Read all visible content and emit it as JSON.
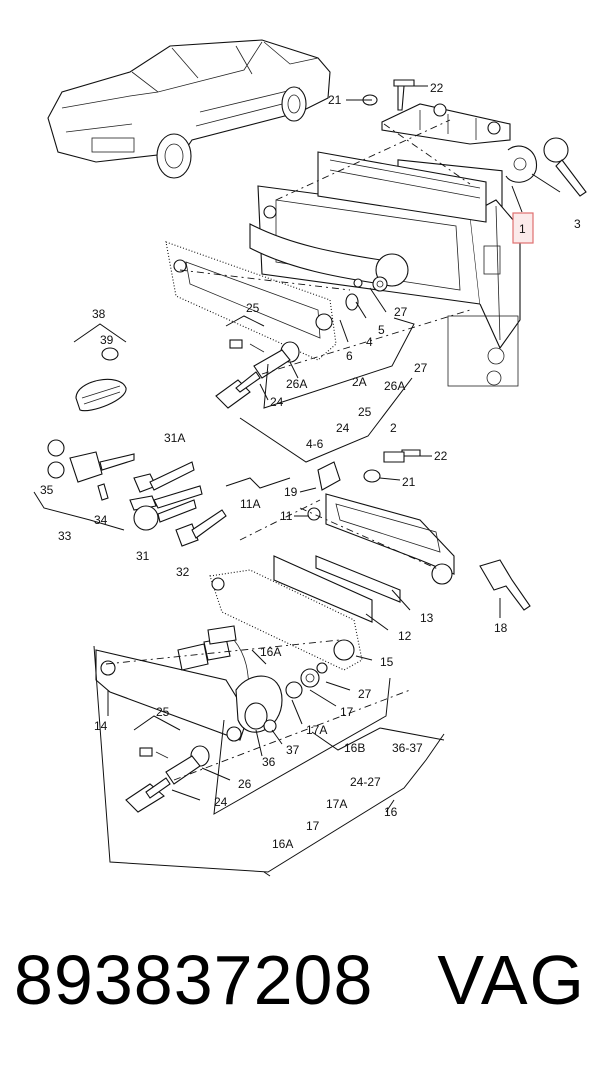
{
  "footer": {
    "part_number": "893837208",
    "brand": "VAG"
  },
  "highlight_color": "#e07070",
  "callouts": {
    "c1": "1",
    "c3": "3",
    "c21a": "21",
    "c22a": "22",
    "c38": "38",
    "c39": "39",
    "c25a": "25",
    "c27a": "27",
    "c5": "5",
    "c4": "4",
    "c6": "6",
    "c26Aa": "26A",
    "c2A": "2A",
    "c24a": "24",
    "c27b": "27",
    "c26Ab": "26A",
    "c25b": "25",
    "c24b": "24",
    "c2": "2",
    "c31A": "31A",
    "c46": "4-6",
    "c35": "35",
    "c34": "34",
    "c33": "33",
    "c31": "31",
    "c32": "32",
    "c22b": "22",
    "c21b": "21",
    "c19": "19",
    "c11A": "11A",
    "c11": "11",
    "c18": "18",
    "c13": "13",
    "c12": "12",
    "c15": "15",
    "c16A": "16A",
    "c14": "14",
    "c27c": "27",
    "c17": "17",
    "c17A": "17A",
    "c37": "37",
    "c36": "36",
    "c16B": "16B",
    "c3637": "36-37",
    "c25c": "25",
    "c26": "26",
    "c24c": "24",
    "c2427": "24-27",
    "c17Ab": "17A",
    "c16": "16",
    "c17b": "17",
    "c16Ab": "16A"
  }
}
